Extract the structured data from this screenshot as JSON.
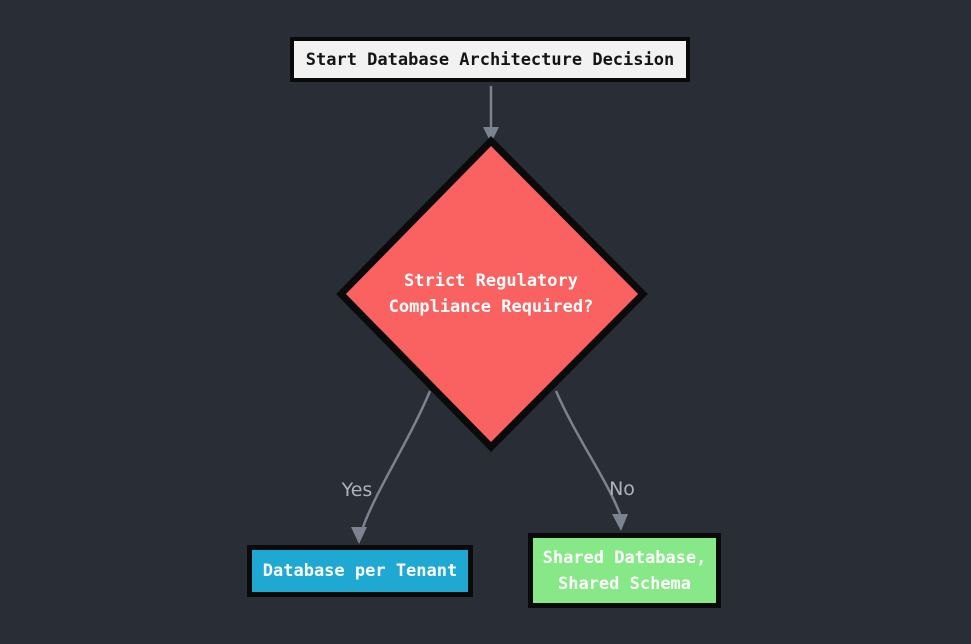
{
  "canvas": {
    "background": "#282d36"
  },
  "flowchart": {
    "start": {
      "label": "Start Database Architecture Decision",
      "fill": "#f2f2f2",
      "text_color": "#141414"
    },
    "decision": {
      "label_line1": "Strict Regulatory",
      "label_line2": "Compliance Required?",
      "fill": "#fa6161",
      "text_color": "#ffffff"
    },
    "result_yes": {
      "label": "Database per Tenant",
      "fill": "#1ea8d2",
      "text_color": "#ffffff"
    },
    "result_no": {
      "label_line1": "Shared Database,",
      "label_line2": "Shared Schema",
      "fill": "#86e886",
      "text_color": "#ffffff"
    },
    "edge_yes_label": "Yes",
    "edge_no_label": "No",
    "edge_color": "#7b8390",
    "edge_label_color": "#aeb3bb",
    "border_color": "#0a0a0a"
  }
}
